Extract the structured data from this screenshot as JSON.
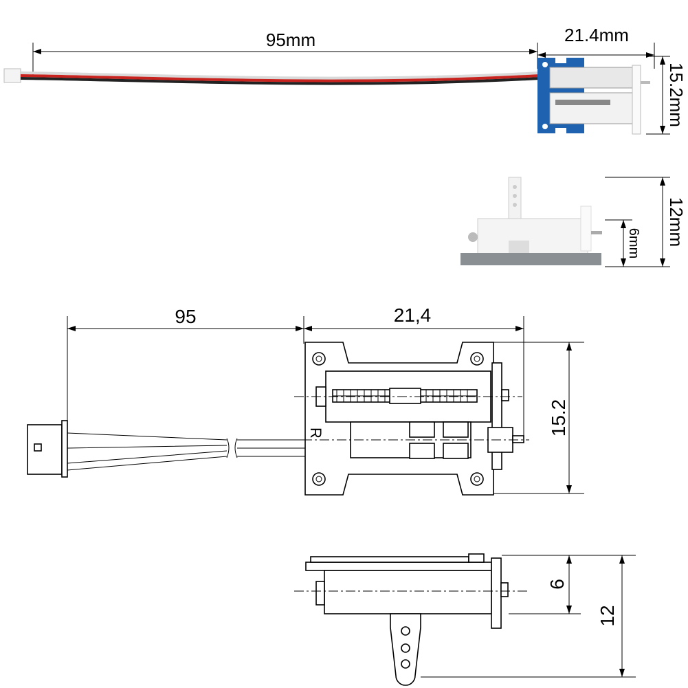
{
  "photo_top": {
    "length_label": "95mm",
    "width_label": "21.4mm",
    "height_label": "15.2mm"
  },
  "photo_side": {
    "height_label": "12mm",
    "shaft_label": "6mm"
  },
  "drawing_top": {
    "length_label": "95",
    "width_label": "21,4",
    "height_label": "15.2",
    "marking": "R"
  },
  "drawing_side": {
    "shaft_label": "6",
    "height_label": "12"
  },
  "colors": {
    "pcb_blue": "#1f63b0",
    "wire_red": "#c8231e",
    "wire_black": "#222222",
    "body_white": "#eeeeee",
    "base_grey": "#8a8f93"
  }
}
